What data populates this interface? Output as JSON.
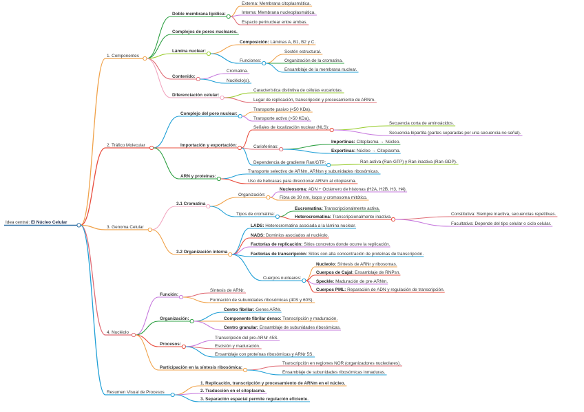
{
  "root": {
    "prefix": "Idea central: ",
    "title": "El Núcleo Celular"
  },
  "branches": [
    {
      "label": "1. Componentes",
      "color": "#f0a24a",
      "children": [
        {
          "label": "Doble membrana lipídica:",
          "color": "#2ea043",
          "children": [
            {
              "label": "Externa: Membrana citoplasmática.",
              "color": "#f0a24a"
            },
            {
              "label": "Interna: Membrana nucleoplasmática.",
              "color": "#c678dd"
            },
            {
              "label": "Espacio perinuclear entre ambas.",
              "color": "#e06c75"
            }
          ]
        },
        {
          "label": "Complejos de poros nucleares.",
          "color": "#2ea043"
        },
        {
          "label": "Lámina nuclear:",
          "color": "#9acd32",
          "children": [
            {
              "label": "Composición:",
              "rest": " Láminas A, B1, B2 y C.",
              "color": "#f0a24a"
            },
            {
              "label": "Funciones:",
              "color": "#1f9fd6",
              "children": [
                {
                  "label": "Sostén estructural.",
                  "color": "#f0a24a"
                },
                {
                  "label": "Organización de la cromatina.",
                  "color": "#2ea043"
                },
                {
                  "label": "Ensamblaje de la membrana nuclear.",
                  "color": "#1f9fd6"
                }
              ]
            }
          ]
        },
        {
          "label": "Contenido:",
          "color": "#e06c75",
          "children": [
            {
              "label": "Cromatina.",
              "color": "#c678dd"
            },
            {
              "label": "Nucléolo(s).",
              "color": "#1f9fd6"
            }
          ]
        },
        {
          "label": "Diferenciación celular:",
          "color": "#f2a5c0",
          "children": [
            {
              "label": "Característica distintiva de células eucariotas.",
              "color": "#9acd32"
            },
            {
              "label": "Lugar de replicación, transcripción y procesamiento de ARNm.",
              "color": "#e06c75"
            }
          ]
        }
      ]
    },
    {
      "label": "2. Tráfico Molecular",
      "color": "#e84c3d",
      "children": [
        {
          "label": "Complejo del poro nuclear:",
          "color": "#1f9fd6",
          "children": [
            {
              "label": "Transporte pasivo (<50 KDa).",
              "color": "#f0a24a"
            },
            {
              "label": "Transporte activo (>50 KDa).",
              "color": "#c678dd"
            }
          ]
        },
        {
          "label": "Importación y exportación:",
          "color": "#e84c3d",
          "children": [
            {
              "label": "Señales de localización nuclear (NLS):",
              "color": "#e84c3d",
              "children": [
                {
                  "label": "Secuencia corta de aminoácidos.",
                  "color": "#9acd32"
                },
                {
                  "label": "Secuencia bipartita (partes separadas por una secuencia no señal).",
                  "color": "#c678dd"
                }
              ]
            },
            {
              "label": "Carioferinas:",
              "color": "#e06c75",
              "children": [
                {
                  "label": "Importinas:",
                  "rest": " Citoplasma → Núcleo.",
                  "color": "#2ea043"
                },
                {
                  "label": "Exportinas:",
                  "rest": " Núcleo → Citoplasma.",
                  "color": "#1f9fd6"
                }
              ]
            },
            {
              "label": "Dependencia de gradiente Ran/GTP:",
              "color": "#1f9fd6",
              "children": [
                {
                  "label": "Ran activa (Ran-GTP) y Ran inactiva (Ran-GDP).",
                  "color": "#9acd32"
                }
              ]
            }
          ]
        },
        {
          "label": "ARN y proteínas:",
          "color": "#2ea043",
          "children": [
            {
              "label": "Transporte selectivo de ARNm, ARNsn y subunidades ribosómicas.",
              "color": "#1f9fd6"
            },
            {
              "label": "Uso de helicasas para direccionar ARNm al citoplasma.",
              "color": "#e84c3d"
            }
          ]
        }
      ]
    },
    {
      "label": "3. Genoma Celular",
      "color": "#f0a24a",
      "children": [
        {
          "label": "3.1 Cromatina",
          "color": "#f2a5c0",
          "children": [
            {
              "label": "Organización:",
              "color": "#f0a24a",
              "children": [
                {
                  "label": "Nucleosoma:",
                  "rest": " ADN + Octámero de histonas (H2A, H2B, H3, H4).",
                  "color": "#c678dd"
                },
                {
                  "label": "Fibra de 30 nm, loops y cromosoma mitótico.",
                  "color": "#f0a24a"
                }
              ]
            },
            {
              "label": "Tipos de cromatina:",
              "color": "#1f9fd6",
              "children": [
                {
                  "label": "Eucromatina:",
                  "rest": " Transcripcionalmente activa.",
                  "color": "#2ea043"
                },
                {
                  "label": "Heterocromatina:",
                  "rest": " Transcripcionalmente inactiva.",
                  "color": "#e84c3d",
                  "children": [
                    {
                      "label": "Constitutiva: Siempre inactiva, secuencias repetitivas.",
                      "color": "#e06c75"
                    },
                    {
                      "label": "Facultativa: Depende del tipo celular o ciclo celular.",
                      "color": "#c678dd"
                    }
                  ]
                }
              ]
            }
          ]
        },
        {
          "label": "3.2 Organización interna",
          "color": "#f0a24a",
          "children": [
            {
              "label": "LADS:",
              "rest": " Heterocromatina asociada a la lámina nuclear.",
              "color": "#1f9fd6"
            },
            {
              "label": "NADS:",
              "rest": " Dominios asociados al nucléolo.",
              "color": "#e84c3d"
            },
            {
              "label": "Factorías de replicación:",
              "rest": " Sitios concretos donde ocurre la replicación.",
              "color": "#c678dd"
            },
            {
              "label": "Factorías de transcripción:",
              "rest": " Sitios con alta concentración de proteínas de transcripción.",
              "color": "#1f9fd6"
            },
            {
              "label": "Cuerpos nucleares:",
              "color": "#1f9fd6",
              "children": [
                {
                  "label": "Nucleolo:",
                  "rest": " Síntesis de ARNr y ribosomas.",
                  "color": "#f0a24a"
                },
                {
                  "label": "Cuerpos de Cajal:",
                  "rest": " Ensamblaje de RNPsn.",
                  "color": "#e84c3d"
                },
                {
                  "label": "Speckle:",
                  "rest": " Maduración de pre-ARNm.",
                  "color": "#c678dd"
                },
                {
                  "label": "Cuerpos PML:",
                  "rest": " Reparación de ADN y regulación de transcripción.",
                  "color": "#e84c3d"
                }
              ]
            }
          ]
        }
      ]
    },
    {
      "label": "4. Nucléolo",
      "color": "#e06c75",
      "children": [
        {
          "label": "Función:",
          "color": "#c678dd",
          "children": [
            {
              "label": "Síntesis de ARNr.",
              "color": "#e06c75"
            },
            {
              "label": "Formación de subunidades ribosómicas (40S y 60S).",
              "color": "#f0a24a"
            }
          ]
        },
        {
          "label": "Organización:",
          "color": "#2ea043",
          "children": [
            {
              "label": "Centro fibrilar:",
              "rest": " Genes ARNr.",
              "color": "#1f9fd6"
            },
            {
              "label": "Componente fibrilar denso:",
              "rest": " Transcripción y maduración.",
              "color": "#f0a24a"
            },
            {
              "label": "Centro granular:",
              "rest": " Ensamblaje de subunidades ribosómicas.",
              "color": "#c678dd"
            }
          ]
        },
        {
          "label": "Procesos:",
          "color": "#e84c3d",
          "children": [
            {
              "label": "Transcripción del pre-ARNr 45S.",
              "color": "#c678dd"
            },
            {
              "label": "Escisión y maduración.",
              "color": "#e06c75"
            },
            {
              "label": "Ensamblaje con proteínas ribosómicas y ARNr 5S.",
              "color": "#1f9fd6"
            }
          ]
        },
        {
          "label": "Participación en la síntesis ribosómica:",
          "color": "#f0a24a",
          "children": [
            {
              "label": "Transcripción en regiones NOR (organizadores nucleolares).",
              "color": "#e06c75"
            },
            {
              "label": "Ensamblaje de subunidades ribosómicas inmaduras.",
              "color": "#1f9fd6"
            }
          ]
        }
      ]
    },
    {
      "label": "Resumen Visual de Procesos",
      "color": "#1f9fd6",
      "children": [
        {
          "label": "1. Replicación, transcripción y procesamiento de ARNm en el núcleo.",
          "color": "#f0a24a"
        },
        {
          "label": "2. Traducción en el citoplasma.",
          "color": "#c678dd"
        },
        {
          "label": "3. Separación espacial permite regulación eficiente.",
          "color": "#1f9fd6"
        }
      ]
    }
  ]
}
